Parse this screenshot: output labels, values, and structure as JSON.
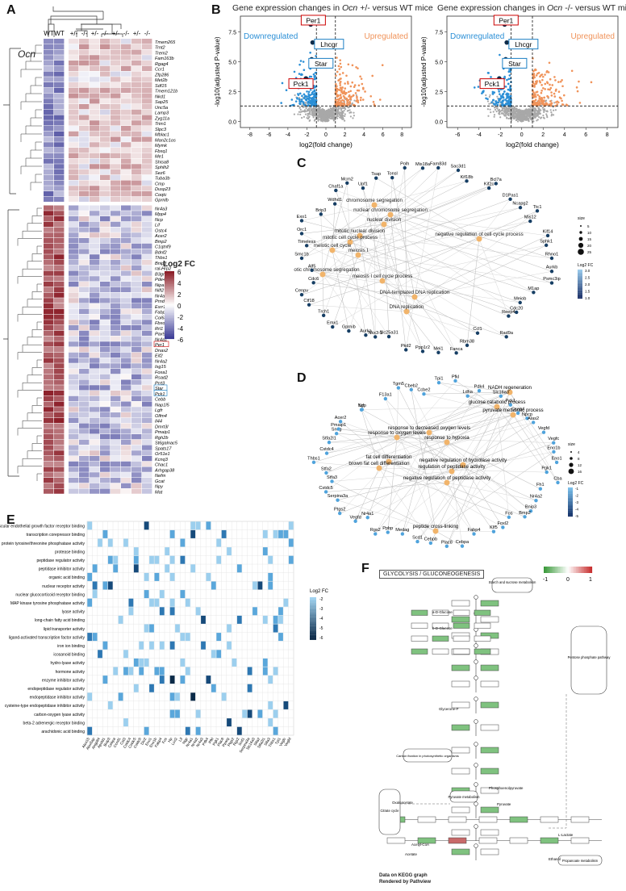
{
  "panels": {
    "A": "A",
    "B": "B",
    "C": "C",
    "D": "D",
    "E": "E",
    "F": "F"
  },
  "heatmap": {
    "gene_label": "Ocn",
    "col_labels": [
      "WT",
      "WT",
      "+/-",
      "-/-",
      "+/-",
      "-/-",
      "+/-",
      "-/-",
      "+/-",
      "-/-"
    ],
    "legend_title": "Log2 FC",
    "legend_ticks": [
      "6",
      "4",
      "2",
      "0",
      "-2",
      "-4",
      "-6"
    ],
    "genes_top": [
      "Tmem265",
      "Trnt2",
      "Trem2",
      "Fam163b",
      "Rgag4",
      "Ccr1",
      "Zfp286",
      "Met2b",
      "Sdf15",
      "Tmem121b",
      "Nkd1",
      "Sap25",
      "Unc5a",
      "Lamp3",
      "Zyg11a",
      "Trim1",
      "Slpc3",
      "Mblac1",
      "Man2c1os",
      "Mymk",
      "Fbxq1",
      "Me1",
      "Shisa8",
      "Sphlh2",
      "Sez6",
      "Tuba3b",
      "Cmp",
      "Dusp23",
      "Coqtc",
      "Gprnlb"
    ],
    "genes_bottom": [
      "Nr4a3",
      "Mpp4",
      "Ncp",
      "Lif",
      "Ostc4",
      "Acer2",
      "Bmp2",
      "C1qtnf9",
      "Bdnf2",
      "Thbs1",
      "Bnip3",
      "ral-Hrp2",
      "B3gnt5",
      "Pde4d",
      "Nipa1",
      "Nifl2",
      "Nr4a2",
      "Prnd2",
      "Esrr1",
      "Fabp4",
      "Col6a1",
      "Fbxo33",
      "Rrl1",
      "Pax5",
      "Nr4a1",
      "Per1",
      "Dnas2",
      "Eif2",
      "Nr4a2",
      "Isg15",
      "Foxa1",
      "Rsad2",
      "Prrt3",
      "Star",
      "Pck1",
      "Cebb",
      "Nap1l5",
      "Lgfr",
      "Olfm4",
      "Il44",
      "Dmrt3l",
      "Pmaip1",
      "Rgh2b",
      "St6galnac5",
      "Spats17",
      "Or51e1",
      "Kcnq3",
      "Chac1",
      "Arhgap38",
      "Nefm",
      "Gcat",
      "Npy",
      "Mat"
    ],
    "boxed_red": "Per1",
    "boxed_blue": [
      "Star",
      "Pck1"
    ]
  },
  "volcano_left": {
    "title_prefix": "Gene expression changes in ",
    "title_gene": "Ocn",
    "title_suffix": " +/- versus WT mice",
    "ylabel": "-log10(adjusted P-value)",
    "xlabel": "log2(fold change)",
    "down_label": "Downregulated",
    "up_label": "Upregulated",
    "xticks": [
      "-8",
      "-6",
      "-4",
      "-2",
      "0",
      "2",
      "4",
      "6",
      "8"
    ],
    "yticks": [
      "0.0",
      "2.5",
      "5.0",
      "7.5"
    ],
    "callouts": [
      "Per1",
      "Lhcgr",
      "Star",
      "Pck1"
    ]
  },
  "volcano_right": {
    "title_prefix": "Gene expression changes in ",
    "title_gene": "Ocn",
    "title_suffix": " -/- versus WT mice",
    "ylabel": "-log10(adjusted P-value)",
    "xlabel": "log2(fold change)",
    "down_label": "Downregulated",
    "up_label": "Upregulated",
    "xticks": [
      "-6",
      "-4",
      "-2",
      "0",
      "2",
      "4",
      "6",
      "8"
    ],
    "yticks": [
      "0.0",
      "2.5",
      "5.0",
      "7.5"
    ],
    "callouts": [
      "Per1",
      "Lhcgr",
      "Star",
      "Pck1"
    ]
  },
  "network_c": {
    "terms": [
      "chromosome segregation",
      "nuclear chromosome segregation",
      "nuclear division",
      "mitotic nuclear division",
      "mitotic cell cycle process",
      "meiotic cell cycle",
      "meiosis I",
      "meiotic chromosome segregation",
      "meiosis I cell cycle process",
      "negative regulation of cell cycle process",
      "DNA-templated DNA replication",
      "DNA replication"
    ],
    "genes": [
      "Mis18a",
      "Fam83d",
      "Sac3d1",
      "Kif18b",
      "Kif2c",
      "Bcl7a",
      "D1Pas1",
      "Ncapg2",
      "Ttc1",
      "Mis12",
      "Kif14",
      "Sphk1",
      "Rhno1",
      "Aurkb",
      "Psmc3ip",
      "M1ap",
      "Meiob",
      "Cdc20",
      "Reep4",
      "Rad9a",
      "Ccl1",
      "Rbm38",
      "Fanca",
      "Mei1",
      "Ppp1r2",
      "Pkd2",
      "Slc25a31",
      "Nkx3-1",
      "Aurka",
      "Gprnib",
      "Emx1",
      "Trch1",
      "Ctf18",
      "Cenpv",
      "Cdc6",
      "Alf5",
      "Smc1b",
      "Timeless",
      "Orc1",
      "Exo1",
      "Brip3",
      "Wdhd1",
      "Chaf1a",
      "Mcm2",
      "Upf1",
      "Tsap",
      "Tonsl",
      "Polh"
    ],
    "legend_size": "size",
    "legend_size_vals": [
      "5",
      "10",
      "15",
      "20",
      "25"
    ],
    "legend_fc": "Log2 FC",
    "legend_fc_vals": [
      "3.0",
      "2.5",
      "2.0",
      "1.5",
      "1.0"
    ]
  },
  "network_d": {
    "terms": [
      "NADH regeneration",
      "glucose catabolic process",
      "pyruvate metabolic process",
      "response to decreased oxygen levels",
      "response to oxygen levels",
      "response to hypoxia",
      "fat cell differentiation",
      "brown fat cell differentiation",
      "negative regulation of hydrolase activity",
      "regulation of peptidase activity",
      "negative regulation of peptidase activity",
      "peptide cross-linking"
    ],
    "genes": [
      "Tpi1",
      "Pfkl",
      "Ldha",
      "Pdk4",
      "Slc16a3",
      "Pck1",
      "Ccep4",
      "Npcp",
      "Alas2",
      "Vegfd",
      "Vegfc",
      "Eno1b",
      "Eno1",
      "Pgk1",
      "Cba",
      "Fh1",
      "Nr4a2",
      "Bnip3",
      "Bmp2",
      "Fos",
      "Foxl2",
      "Klf5",
      "Fabp4",
      "Cebpa",
      "Plac8",
      "Cebpb",
      "Scd1",
      "Medag",
      "Ppbp",
      "Rgs2",
      "Nr4a1",
      "Vegfd",
      "Ptgs2",
      "Serpina3a",
      "Cstdc5",
      "Stfa3",
      "Stfa2",
      "Thbs1",
      "Cstdc4",
      "Stfa2l1",
      "Sncg",
      "Pmaip1",
      "Acer2",
      "Lif",
      "Ngp",
      "F13a1",
      "Tgm5",
      "Cbeb2",
      "Ccbe2"
    ],
    "legend_size": "size",
    "legend_size_vals": [
      "4",
      "8",
      "12",
      "16"
    ],
    "legend_fc": "Log2 FC",
    "legend_fc_vals": [
      "-1",
      "-2",
      "-3",
      "-4",
      "-5"
    ]
  },
  "grid_e": {
    "rows": [
      "vascular endothelial growth factor receptor binding",
      "transcription corepressor binding",
      "protein tyrosine/threonine phosphatase activity",
      "protease binding",
      "peptidase regulator activity",
      "peptidase inhibitor activity",
      "organic acid binding",
      "nuclear receptor activity",
      "nuclear glucocorticoid receptor binding",
      "MAP kinase tyrosine phosphatase activity",
      "lyase activity",
      "long-chain fatty acid binding",
      "lipid transporter activity",
      "ligand-activated transcription factor activity",
      "iron ion binding",
      "icosanoid binding",
      "hydro-lyase activity",
      "hormone activity",
      "enzyme inhibitor activity",
      "endopeptidase regulator activity",
      "endopeptidase inhibitor activity",
      "cysteine-type endopeptidase inhibitor activity",
      "carbon-oxygen lyase activity",
      "beta-2 adrenergic receptor binding",
      "arachidonic acid binding"
    ],
    "cols": [
      "Alox15",
      "Alox5ap",
      "Angptl4",
      "Apold1",
      "Bnip3",
      "Cebpa",
      "Ccnd1",
      "Cst3",
      "Cstdc4",
      "Cstdc5",
      "Cstdc6",
      "Dio2",
      "Eno1",
      "Eno1b",
      "Fabp4",
      "Fos",
      "Hp",
      "Lcn2",
      "Lif",
      "Ngp",
      "Nr4a1",
      "Nr4a2",
      "Nr4a3",
      "Pdk4",
      "Pfkl",
      "Pgk1",
      "Plac8",
      "Pparg",
      "Ptgs2",
      "Rgs2",
      "Scd1",
      "Serpina3a",
      "Slc16a3",
      "Stfa2",
      "Stfa2l1",
      "Stfa3",
      "Thbs1",
      "Tpi1",
      "Vegfc",
      "Vegfd"
    ],
    "legend_title": "Log2 FC",
    "legend_vals": [
      "-2",
      "-3",
      "-4",
      "-5",
      "-6"
    ]
  },
  "kegg_f": {
    "title": "GLYCOLYSIS / GLUCONEOGENESIS",
    "legend_vals": [
      "-1",
      "0",
      "1"
    ],
    "footer_line1": "Data on KEGG graph",
    "footer_line2": "Rendered by Pathview",
    "labels": [
      "Starch and sucrose metabolism",
      "Pentose phosphate pathway",
      "Carbon fixation in photosynthetic organisms",
      "Citrate cycle",
      "Pyruvate metabolism",
      "Propanoate metabolism",
      "a-D-Glucose",
      "b-D-Glucose",
      "Glycerone-P",
      "Pyruvate",
      "Acetyl-CoA",
      "Ethanol",
      "L-Lactate",
      "Oxaloacetate",
      "Acetate",
      "Phosphoenolpyruvate"
    ]
  }
}
